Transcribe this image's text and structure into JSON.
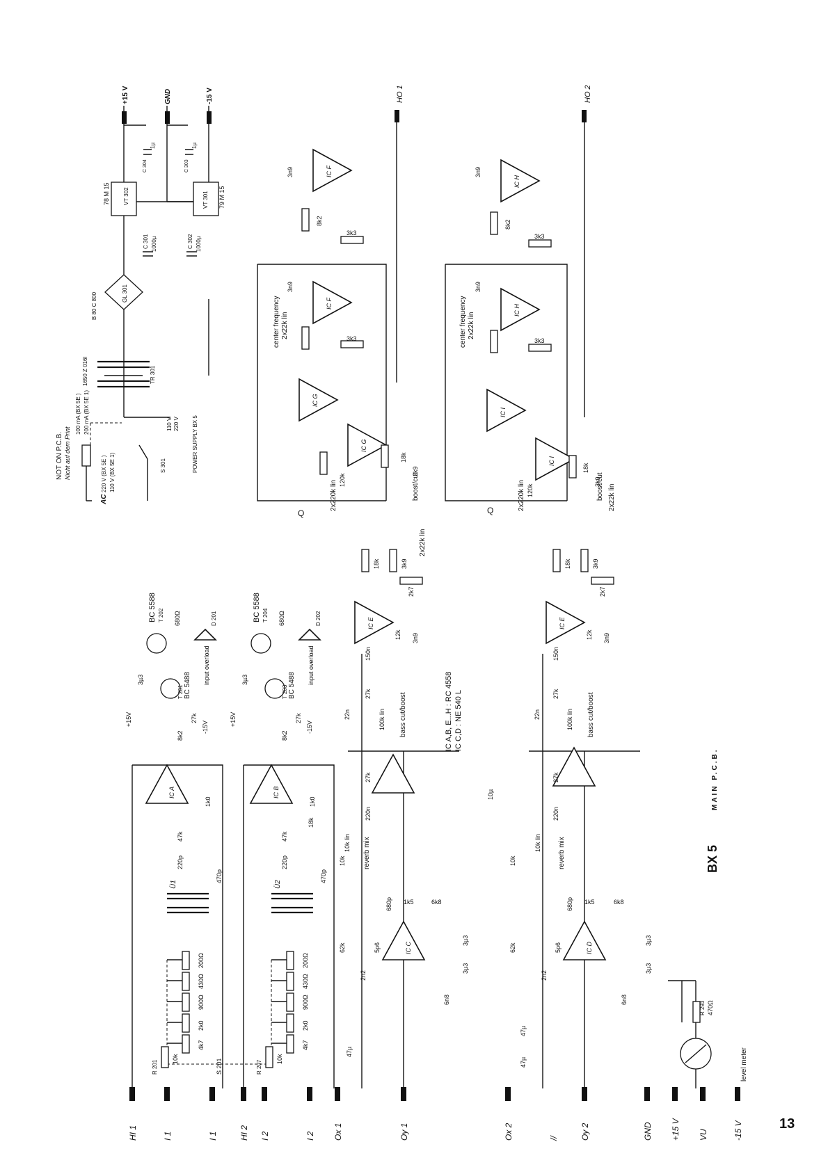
{
  "page_number": "13",
  "board_title": "BX 5",
  "board_subtitle": "MAIN P.C.B.",
  "power_supply": {
    "caption": "POWER SUPPLY BX 5",
    "note_line1": "NOT ON P.C.B.",
    "note_line2": "Nicht auf dem Print",
    "fuse_line1": "100 mA (BX 5E )",
    "fuse_line2": "200 mA (BX 5E 1)",
    "ac_label": "AC",
    "ac_line1": "220 V (BX 5E )",
    "ac_line2": "110 V (BX 5E 1)",
    "switch_ref": "S 301",
    "v110": "110 V",
    "v220": "220 V",
    "transformer_ref": "TR 301",
    "transformer_part": "1650 Z 016l",
    "rectifier_ref": "GL 301",
    "rectifier_part": "B 80 C 800",
    "reg1_ref": "VT 302",
    "reg1_part": "78 M 15",
    "reg2_ref": "VT 301",
    "reg2_part": "79 M 15",
    "c301_ref": "C 301",
    "c301_val": "1000µ",
    "c302_ref": "C 302",
    "c302_val": "1000µ",
    "c304_ref": "C 304",
    "c303_ref": "C 303",
    "c_small_val": "1µ",
    "out_pos": "+15 V",
    "out_gnd": "GND",
    "out_neg": "-15 V"
  },
  "bottom_terminals": [
    "HI 1",
    "I 1",
    "I 1",
    "HI 2",
    "I 2",
    "I 2",
    "Ox 1",
    "Oy 1",
    "Ox 2",
    "//",
    "Oy 2",
    "GND",
    "+15 V",
    "VU",
    "-15 V"
  ],
  "outputs": {
    "ho1": "HO 1",
    "ho2": "HO 2"
  },
  "ic_notes": {
    "line1": "IC A,B, E...H : RC 4558",
    "line2": "IC C,D        : NE 540 L"
  },
  "level_meter": {
    "label": "level meter",
    "r_ref": "R 293",
    "r_val": "470Ω"
  },
  "input_stage": {
    "transformers": [
      "Ü1",
      "Ü2"
    ],
    "impedance_values": [
      "200Ω",
      "430Ω",
      "900Ω",
      "2k0",
      "4k7"
    ],
    "selector_ref": "S 201",
    "r201": "R 201",
    "r207": "R 207",
    "r_sel_val": "10k",
    "ic_a": "IC A",
    "ic_b": "IC B",
    "transistor_type_a": "BC 5588",
    "transistor_type_b": "BC 5488",
    "t201": "T 201",
    "t202": "T 202",
    "t203": "T 203",
    "t204": "T 204",
    "led1": "D 201",
    "led2": "D 202",
    "overload_label": "input overload",
    "r680": "680Ω",
    "c3u3": "3µ3",
    "r27k": "27k",
    "r8k2": "8k2",
    "r47k": "47k",
    "r18k": "18k",
    "r1k0": "1k0",
    "c220p": "220p",
    "c470p": "470p",
    "plus15": "+15V",
    "minus15": "-15V"
  },
  "mid_stage": {
    "bass_label": "bass cut/boost",
    "reverb_label": "reverb mix",
    "pot_10k_lin": "10k lin",
    "pot_100k_lin": "100k lin",
    "c22n": "22n",
    "c220n": "220n",
    "r27k": "27k",
    "r10k": "10k",
    "r62k": "62k",
    "r1k5": "1k5",
    "r6k8": "6k8",
    "c680p": "680p",
    "c5p6": "5p6",
    "c2n2": "2n2",
    "c3u3": "3µ3",
    "c47u": "47µ",
    "c10u": "10µ",
    "c6n8": "6n8",
    "c150n": "150n",
    "c3n9": "3n9",
    "ic_c": "IC C",
    "ic_d": "IC D",
    "ic_e1": "IC E",
    "ic_e2": "IC E",
    "ic_g1": "IC G",
    "ic_g2": "IC G",
    "ic_i1": "IC I",
    "ic_i2": "IC I",
    "ic_f1": "IC F",
    "ic_f2": "IC F",
    "ic_h1": "IC H",
    "ic_h2": "IC H"
  },
  "eq_stage": {
    "boost_label": "boost/cut",
    "pot_2x22k": "2x22k lin",
    "pot_2x220k": "2x220k lin",
    "center_freq_line1": "center frequency",
    "center_freq_line2": "2x22k lin",
    "r18k": "18k",
    "r3k9": "3k9",
    "r120k": "120k",
    "r8k2": "8k2",
    "r3k3": "3k3",
    "r2k7": "2k7",
    "r12k": "12k",
    "q_label": "Q",
    "c3n9": "3n9"
  }
}
